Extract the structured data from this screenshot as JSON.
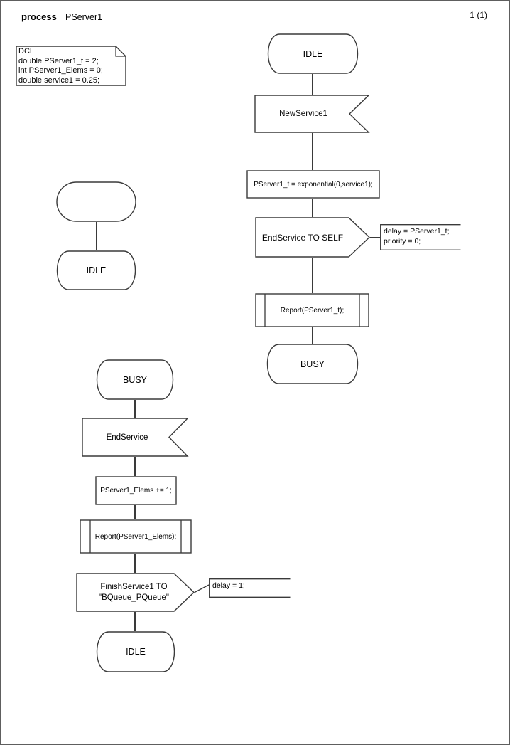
{
  "header": {
    "keyword": "process",
    "name": "PServer1",
    "page_number": "1 (1)"
  },
  "declarations": {
    "lines": [
      "DCL",
      "double PServer1_t = 2;",
      "int PServer1_Elems = 0;",
      "double service1 = 0.25;"
    ]
  },
  "initial_transition": {
    "state": "IDLE"
  },
  "service_start_transition": {
    "state_top": "IDLE",
    "input": "NewService1",
    "task": "PServer1_t = exponential(0,service1);",
    "output": "EndService TO SELF",
    "output_comment": [
      "delay = PServer1_t;",
      "priority = 0;"
    ],
    "procedure": "Report(PServer1_t);",
    "state_bottom": "BUSY"
  },
  "service_end_transition": {
    "state_top": "BUSY",
    "input": "EndService",
    "task": "PServer1_Elems += 1;",
    "procedure": "Report(PServer1_Elems);",
    "output_line1": "FinishService1 TO",
    "output_line2": "\"BQueue_PQueue\"",
    "output_comment": [
      "delay = 1;"
    ],
    "state_bottom": "IDLE"
  },
  "colors": {
    "stroke": "#3a3a3a",
    "page_border": "#5e5e5e",
    "text": "#000000",
    "background": "#ffffff"
  }
}
